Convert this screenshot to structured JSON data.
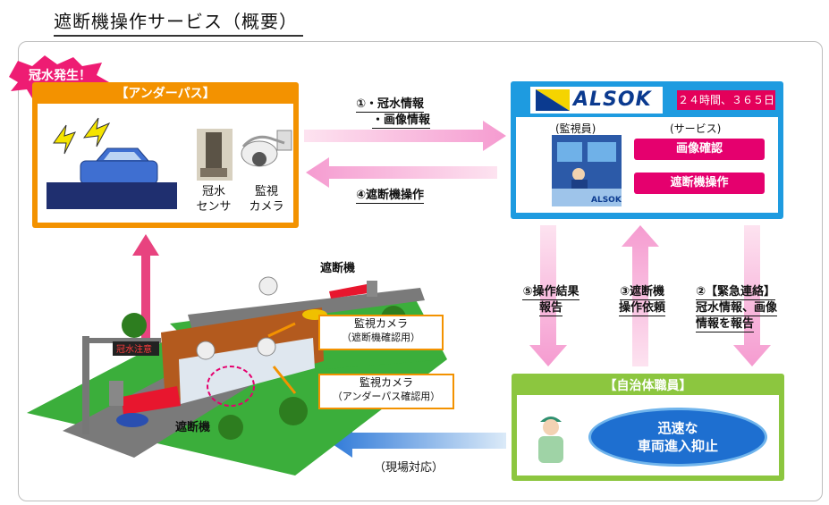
{
  "title": "遮断機操作サービス（概要）",
  "underpass": {
    "header": "【アンダーパス】",
    "flood_alert": "冠水発生！",
    "sensor_label_1": "冠水",
    "sensor_label_2": "センサ",
    "camera_label_1": "監視",
    "camera_label_2": "カメラ"
  },
  "alsok": {
    "logo": "ALSOK",
    "hours": "２４時間、３６５日",
    "monitor_label": "(監視員)",
    "service_label": "(サービス)",
    "btn_image_check": "画像確認",
    "btn_barrier_op": "遮断機操作",
    "screen_logo": "ALSOK"
  },
  "arrows": {
    "a1_line1": "①・冠水情報",
    "a1_line2": "・画像情報",
    "a4": "④遮断機操作",
    "a5_line1": "⑤操作結果",
    "a5_line2": "報告",
    "a3_line1": "③遮断機",
    "a3_line2": "操作依頼",
    "a2_line1": "②【緊急連絡】",
    "a2_line2": "冠水情報、画像",
    "a2_line3": "情報を報告",
    "field": "（現場対応）"
  },
  "scene": {
    "barrier_top": "遮断機",
    "barrier_bottom": "遮断機",
    "sign": "冠水注意",
    "cam1_line1": "監視カメラ",
    "cam1_line2": "（遮断機確認用）",
    "cam2_line1": "監視カメラ",
    "cam2_line2": "（アンダーパス確認用）"
  },
  "jichi": {
    "header": "【自治体職員】",
    "oval_line1": "迅速な",
    "oval_line2": "車両進入抑止"
  },
  "colors": {
    "orange": "#f39200",
    "blue": "#1e9be0",
    "green": "#8cc63f",
    "pink": "#e5006e"
  }
}
